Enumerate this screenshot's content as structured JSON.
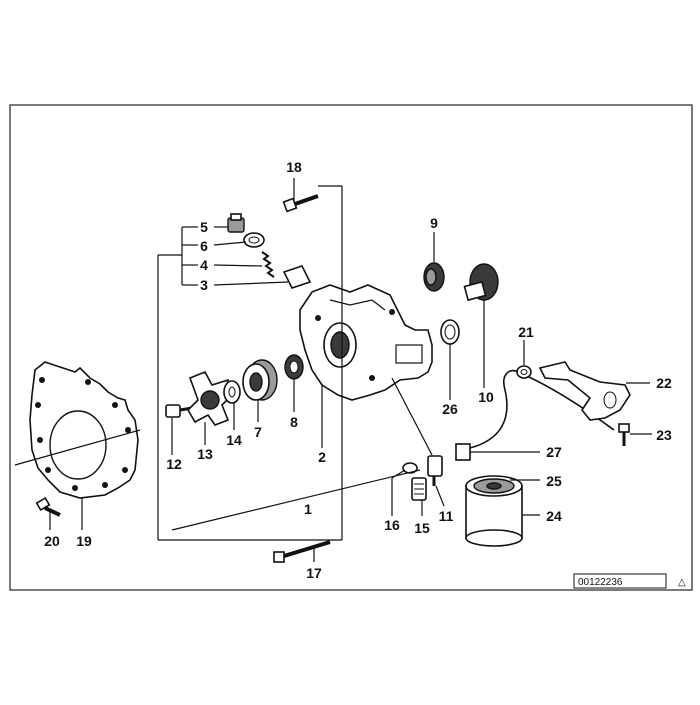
{
  "diagram": {
    "reference_number": "00122236",
    "corner_mark": "△",
    "callouts": {
      "c1": "1",
      "c2": "2",
      "c3": "3",
      "c4": "4",
      "c5": "5",
      "c6": "6",
      "c7": "7",
      "c8": "8",
      "c9": "9",
      "c10": "10",
      "c11": "11",
      "c12": "12",
      "c13": "13",
      "c14": "14",
      "c15": "15",
      "c16": "16",
      "c17": "17",
      "c18": "18",
      "c19": "19",
      "c20": "20",
      "c21": "21",
      "c22": "22",
      "c23": "23",
      "c24": "24",
      "c25": "25",
      "c26": "26",
      "c27": "27"
    }
  }
}
